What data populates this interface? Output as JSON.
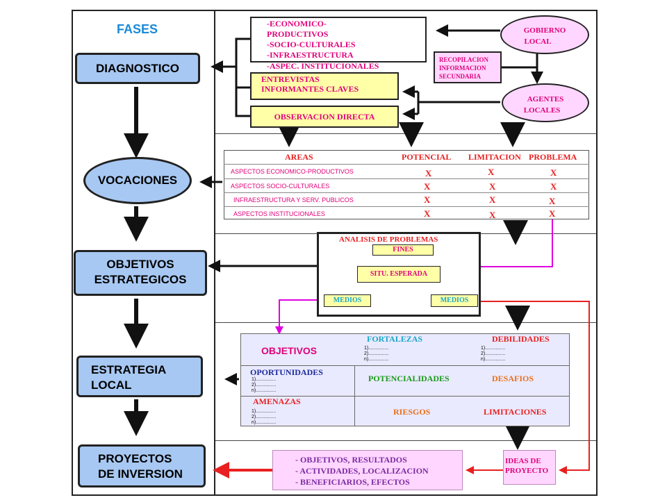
{
  "header": {
    "fases": "FASES"
  },
  "phases": {
    "diagnostico": "DIAGNOSTICO",
    "vocaciones": "VOCACIONES",
    "objetivos_1": "OBJETIVOS",
    "objetivos_2": "ESTRATEGICOS",
    "estrategia_1": "ESTRATEGIA",
    "estrategia_2": "LOCAL",
    "proyectos_1": "PROYECTOS",
    "proyectos_2": "DE INVERSION"
  },
  "diagnostico_sources": {
    "aspects": [
      "-ECONOMICO-",
      "PRODUCTIVOS",
      "-SOCIO-CULTURALES",
      "-INFRAESTRUCTURA",
      "-ASPEC. INSTITUCIONALES"
    ],
    "entrevistas_1": "ENTREVISTAS",
    "entrevistas_2": "INFORMANTES CLAVES",
    "observacion": "OBSERVACION DIRECTA",
    "gobierno_1": "GOBIERNO",
    "gobierno_2": "LOCAL",
    "recopilacion": [
      "RECOPILACION",
      "INFORMACION",
      "SECUNDARIA"
    ],
    "agentes_1": "AGENTES",
    "agentes_2": "LOCALES"
  },
  "areas_table": {
    "headers": [
      "AREAS",
      "POTENCIAL",
      "LIMITACION",
      "PROBLEMA"
    ],
    "rows": [
      {
        "area": "ASPECTOS ECONOMICO-PRODUCTIVOS",
        "marks": [
          "X",
          "X",
          "X"
        ]
      },
      {
        "area": "ASPECTOS SOCIO-CULTURALES",
        "marks": [
          "X",
          "X",
          "X"
        ]
      },
      {
        "area": "INFRAESTRUCTURA Y SERV. PUBLICOS",
        "marks": [
          "X",
          "X",
          "X"
        ]
      },
      {
        "area": "ASPECTOS INSTITUCIONALES",
        "marks": [
          "X",
          "X",
          "X"
        ]
      }
    ]
  },
  "analisis": {
    "title": "ANALISIS  DE  PROBLEMAS",
    "fines": "FINES",
    "situ": "SITU.  ESPERADA",
    "medios_left": "MEDIOS",
    "medios_right": "MEDIOS"
  },
  "foda": {
    "objetivos": "OBJETIVOS",
    "fortalezas": "FORTALEZAS",
    "debilidades": "DEBILIDADES",
    "oportunidades": "OPORTUNIDADES",
    "potencialidades": "POTENCIALIDADES",
    "desafios": "DESAFIOS",
    "amenazas": "AMENAZAS",
    "riesgos": "RIESGOS",
    "limitaciones": "LIMITACIONES",
    "list_items": [
      "1)...............",
      "2)...............",
      "n)..............."
    ]
  },
  "proyectos_box": {
    "lines": [
      "- OBJETIVOS, RESULTADOS",
      "- ACTIVIDADES, LOCALIZACION",
      "- BENEFICIARIOS, EFECTOS"
    ],
    "ideas_1": "IDEAS  DE",
    "ideas_2": "PROYECTO"
  },
  "colors": {
    "phase_fill": "#a7c8f2",
    "yellow_box": "#ffffa8",
    "pink_box": "#ffd6ff",
    "arrow_red": "#e82020",
    "arrow_magenta": "#e000e0"
  }
}
